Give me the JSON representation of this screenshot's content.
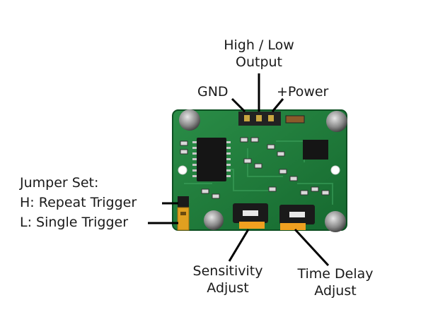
{
  "labels": {
    "high_low_line1": "High / Low",
    "high_low_line2": "Output",
    "gnd": "GND",
    "power": "+Power",
    "jumper_title": "Jumper Set:",
    "jumper_h": "H: Repeat Trigger",
    "jumper_l": "L: Single Trigger",
    "sensitivity_line1": "Sensitivity",
    "sensitivity_line2": "Adjust",
    "time_delay_line1": "Time Delay",
    "time_delay_line2": "Adjust"
  },
  "colors": {
    "pcb_green": "#1f7a3c",
    "pcb_dark": "#0f5a28",
    "jumper_yellow": "#e0a020",
    "pot_orange": "#f0a020",
    "pot_black": "#1a1a1a",
    "leader_black": "#000000"
  }
}
